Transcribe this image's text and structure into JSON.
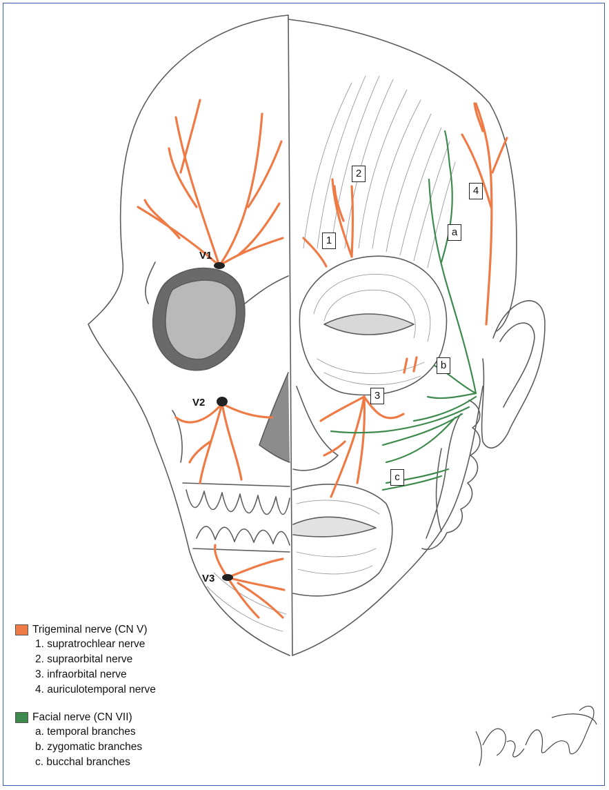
{
  "labels": {
    "v1": "V1",
    "v2": "V2",
    "v3": "V3",
    "n1": "1",
    "n2": "2",
    "n3": "3",
    "n4": "4",
    "na": "a",
    "nb": "b",
    "nc": "c"
  },
  "legend": {
    "trigeminal": {
      "title": "Trigeminal nerve (CN V)",
      "color": "#ee7a45",
      "items": [
        "1. supratrochlear nerve",
        "2. supraorbital nerve",
        "3. infraorbital nerve",
        "4. auriculotemporal nerve"
      ]
    },
    "facial": {
      "title": "Facial nerve (CN VII)",
      "color": "#3e8a4e",
      "items": [
        "a. temporal branches",
        "b. zygomatic branches",
        "c. bucchal branches"
      ]
    }
  },
  "signature": "Wolfram D"
}
